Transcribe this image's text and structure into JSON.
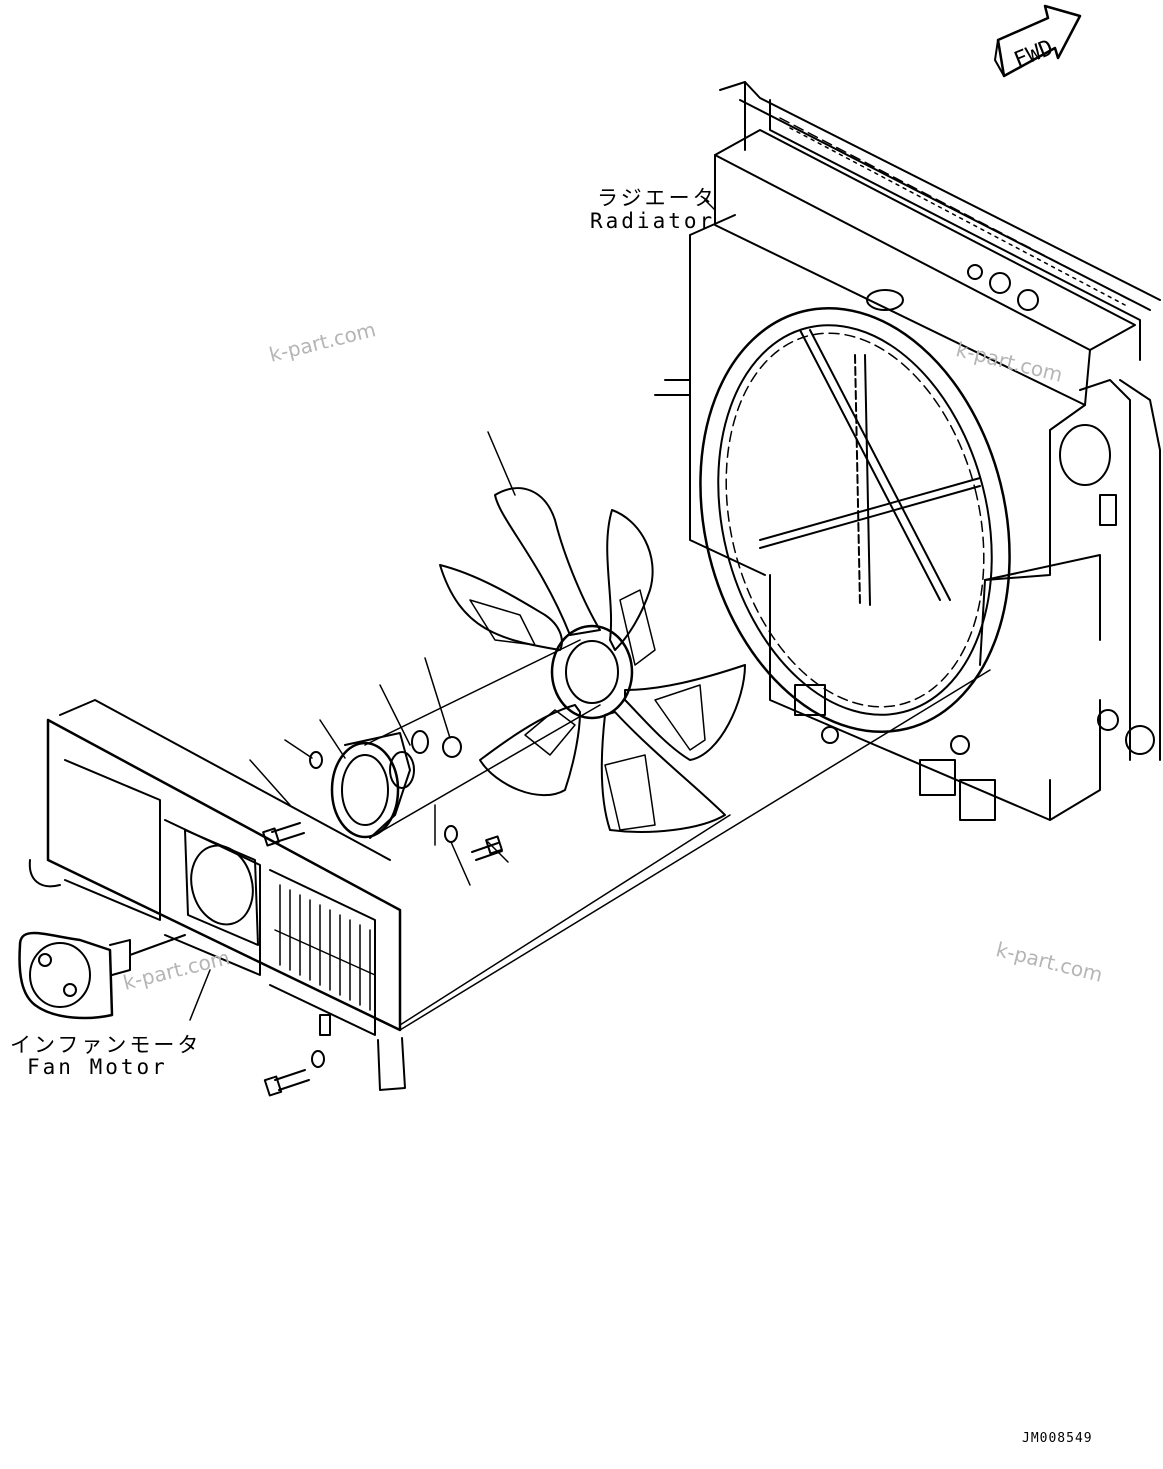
{
  "labels": {
    "radiator_jp": "ラジエータ",
    "radiator_en": "Radiator",
    "fan_motor_jp": "インファンモータ",
    "fan_motor_en": "Fan Motor",
    "fwd": "FWD"
  },
  "watermarks": [
    "k-part.com",
    "k-part.com",
    "k-part.com",
    "k-part.com"
  ],
  "drawing_code": "JM008549",
  "colors": {
    "line": "#000000",
    "watermark": "#b5b5b5",
    "background": "#ffffff"
  }
}
